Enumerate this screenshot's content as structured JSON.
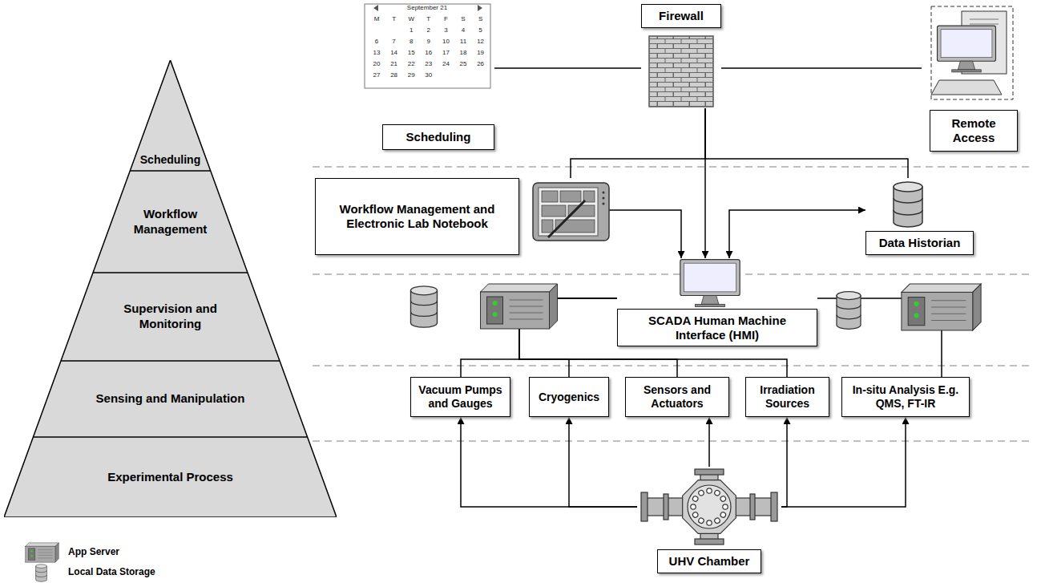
{
  "diagram": {
    "nodes": [
      {
        "text": [
          "Scheduling"
        ]
      },
      {
        "text": [
          "Workflow Management"
        ]
      },
      {
        "text": [
          "Supervision and Monitoring"
        ]
      },
      {
        "text": [
          "Sensing and Manipulation"
        ]
      },
      {
        "text": [
          "Experimental Process"
        ]
      },
      {
        "text": [
          "Scheduling"
        ]
      },
      {
        "text": [
          "Firewall"
        ]
      },
      {
        "text": [
          "Remote Access"
        ]
      },
      {
        "text": [
          "Workflow Management and Electronic Lab Notebook"
        ]
      },
      {
        "text": [
          "Data Historian"
        ]
      },
      {
        "text": [
          "SCADA Human Machine Interface (HMI)"
        ]
      },
      {
        "text": [
          "Vacuum Pumps and Gauges"
        ]
      },
      {
        "text": [
          "Cryogenics"
        ]
      },
      {
        "text": [
          "Sensors and Actuators"
        ]
      },
      {
        "text": [
          "Irradiation Sources"
        ]
      },
      {
        "text": [
          "In-situ Analysis E.g. QMS, FT-IR"
        ]
      },
      {
        "text": [
          "UHV Chamber"
        ]
      }
    ],
    "edges": [
      {
        "from": 5,
        "to": 6,
        "arrow": "none"
      },
      {
        "from": 6,
        "to": 7,
        "arrow": "none"
      },
      {
        "from": 6,
        "to": 10,
        "arrow": "to"
      },
      {
        "from": 6,
        "to": 8,
        "arrow": "none"
      },
      {
        "from": 6,
        "to": 9,
        "arrow": "none"
      },
      {
        "from": 8,
        "to": 10,
        "arrow": "to"
      },
      {
        "from": 9,
        "to": 10,
        "arrow": "both"
      },
      {
        "from": 10,
        "to": 11,
        "arrow": "none"
      },
      {
        "from": 10,
        "to": 12,
        "arrow": "none"
      },
      {
        "from": 10,
        "to": 13,
        "arrow": "none"
      },
      {
        "from": 10,
        "to": 14,
        "arrow": "none"
      },
      {
        "from": 10,
        "to": 15,
        "arrow": "none"
      },
      {
        "from": 16,
        "to": 11,
        "arrow": "to"
      },
      {
        "from": 16,
        "to": 12,
        "arrow": "to"
      },
      {
        "from": 16,
        "to": 13,
        "arrow": "to"
      },
      {
        "from": 16,
        "to": 14,
        "arrow": "to"
      },
      {
        "from": 16,
        "to": 15,
        "arrow": "to"
      }
    ],
    "labels": [
      "September 21",
      "M",
      "T",
      "W",
      "T",
      "F",
      "S",
      "S",
      "1",
      "2",
      "3",
      "4",
      "5",
      "6",
      "7",
      "8",
      "9",
      "10",
      "11",
      "12",
      "13",
      "14",
      "15",
      "16",
      "17",
      "18",
      "19",
      "20",
      "21",
      "22",
      "23",
      "24",
      "25",
      "26",
      "27",
      "28",
      "29",
      "30"
    ],
    "legend": [
      {
        "text": "App Server"
      },
      {
        "text": "Local Data Storage"
      }
    ]
  }
}
